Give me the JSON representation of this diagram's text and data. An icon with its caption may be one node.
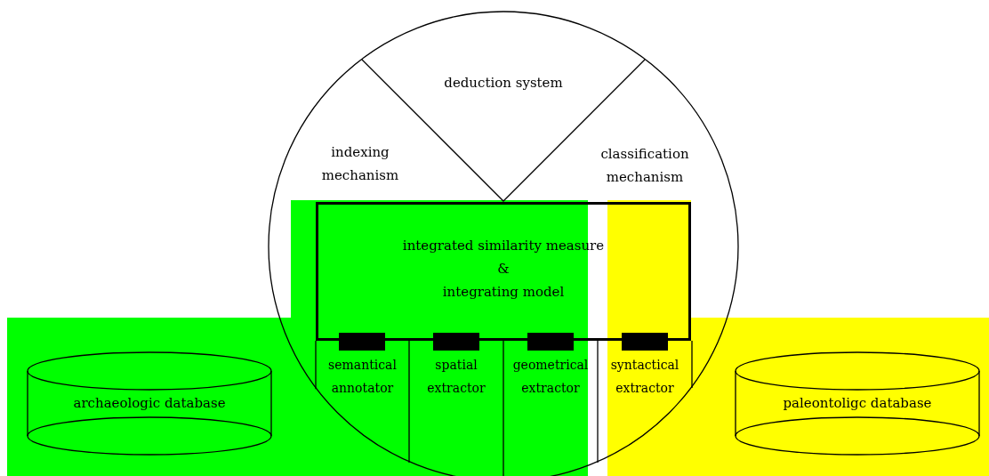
{
  "diagram": {
    "nodes": [
      {
        "text": [],
        "shape": "circle"
      },
      {
        "text": [
          "deduction system"
        ],
        "in": 0
      },
      {
        "text": [
          "indexing mechanism"
        ],
        "in": 0
      },
      {
        "text": [
          "classification mechanism"
        ],
        "in": 0
      },
      {
        "text": [
          "integrated similarity measure",
          "&",
          "integrating model"
        ],
        "in": 0
      },
      {
        "text": [
          "semantical annotator"
        ],
        "in": 0
      },
      {
        "text": [
          "spatial extractor"
        ],
        "in": 0
      },
      {
        "text": [
          "geometrical extractor"
        ],
        "in": 0
      },
      {
        "text": [
          "syntactical extractor"
        ],
        "in": 0
      },
      {
        "text": [
          "archaeologic database"
        ]
      },
      {
        "text": [
          "paleontoligc database"
        ]
      }
    ]
  }
}
